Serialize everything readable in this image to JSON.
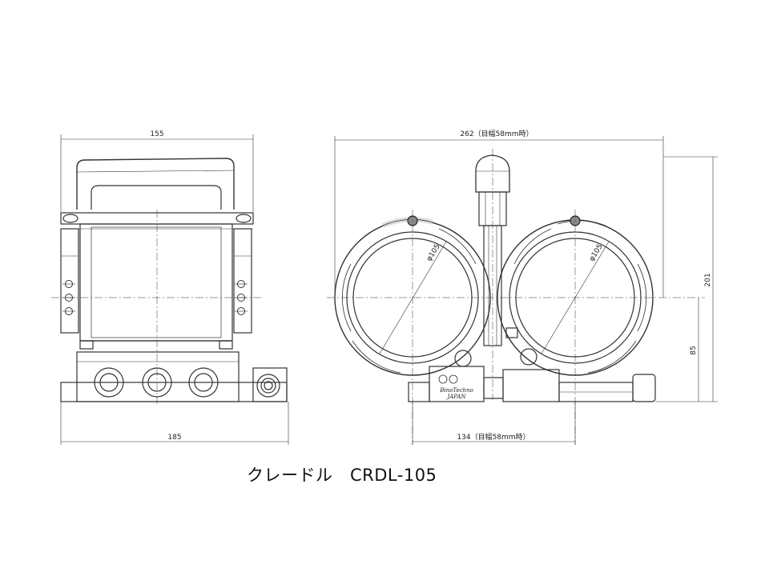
{
  "caption": "クレードル　CRDL-105",
  "front_view": {
    "dim_top": "155",
    "dim_bottom": "185"
  },
  "side_view": {
    "dim_top": "262（目幅58mm時）",
    "dim_bottom": "134（目幅58mm時）",
    "dim_height": "201",
    "dim_mid": "85",
    "diameter_left": "φ105",
    "diameter_right": "φ105",
    "brand_text": "BinoTechno",
    "brand_sub": "JAPAN"
  },
  "colors": {
    "line": "#333333",
    "thin": "#555555"
  }
}
